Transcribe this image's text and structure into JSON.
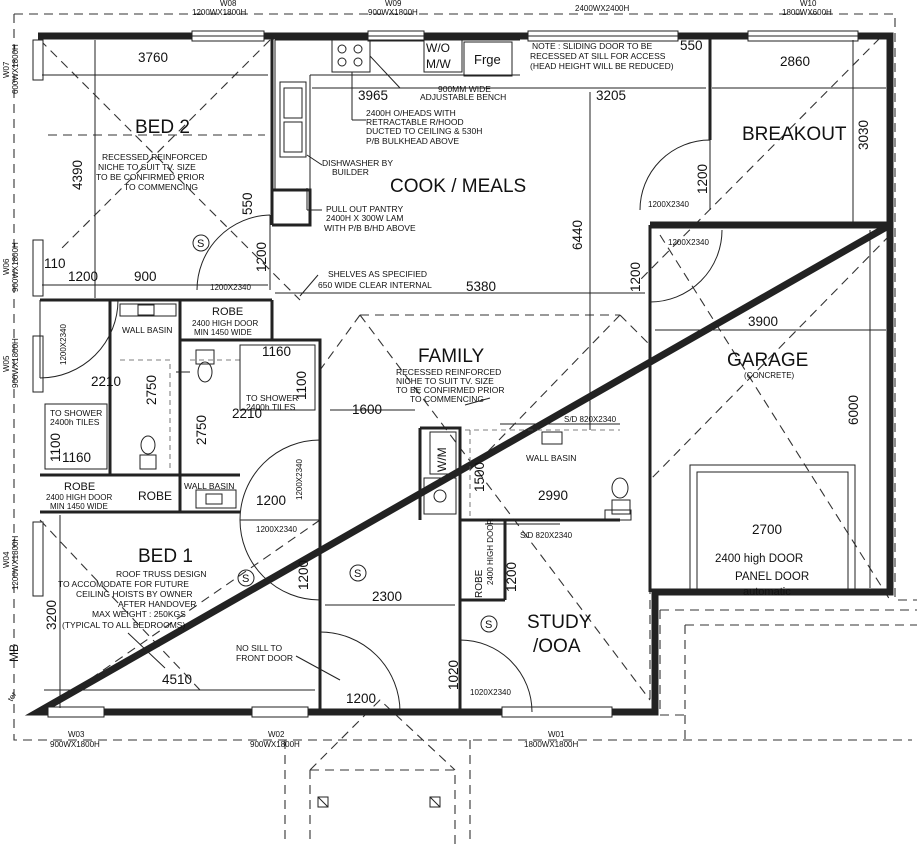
{
  "rooms": {
    "bed2": "BED 2",
    "cook": "COOK / MEALS",
    "breakout": "BREAKOUT",
    "family": "FAMILY",
    "garage": "GARAGE",
    "garage_sub": "(CONCRETE)",
    "bed1": "BED 1",
    "study": "STUDY",
    "ooa": "/OOA",
    "robe": "ROBE",
    "wm": "W/M",
    "wo": "W/O",
    "mw": "M/W",
    "frge": "Frge",
    "mb": "MB"
  },
  "windows": {
    "w08": "W08",
    "w08_size": "1200WX1800H",
    "w09": "W09",
    "w09_size": "900WX1800H",
    "w_top_right": "2400WX2400H",
    "w10": "W10",
    "w10_size": "1800WX600H",
    "w07": "W07",
    "w07_size": "600WX1800H",
    "w06": "W06",
    "w06_size": "900WX1800H",
    "w05": "W05",
    "w05_size": "900WX1800H",
    "w04": "W04",
    "w04_size": "1200WX1800H",
    "w03": "W03",
    "w03_size": "900WX1800H",
    "w02": "W02",
    "w02_size": "900WX1800H",
    "w01": "W01",
    "w01_size": "1800WX1800H"
  },
  "doors": {
    "d_bed2": "1200X2340",
    "d_breakout": "1200X2340",
    "d_garage": "1200X2340",
    "d_bed1": "1200X2340",
    "d_bath": "1200X2340",
    "d_study": "1020X2340",
    "d_left_robe": "1200X2340",
    "sd_upper": "S/D 820X2340",
    "sd_lower": "S/D 820X2340",
    "garage_door_1": "2400 high DOOR",
    "garage_door_2": "PANEL DOOR",
    "garage_door_3": "automatic",
    "robe_door_bed2_1": "2400 HIGH DOOR",
    "robe_door_bed2_2": "MIN 1450 WIDE",
    "robe_door_bed1_1": "2400 HIGH DOOR",
    "robe_door_bed1_2": "MIN 1450 WIDE",
    "study_robe_door": "2400 HIGH DOOR"
  },
  "dimensions": {
    "bed2_w": "3760",
    "bed2_h": "4390",
    "bed2_dim550": "550",
    "cook_3965": "3965",
    "cook_3205": "3205",
    "cook_550": "550",
    "breakout_w": "2860",
    "breakout_h": "3030",
    "d1200_bed2": "1200",
    "d1200_breakout": "1200",
    "d110": "110",
    "d1200_hall": "1200",
    "d900": "900",
    "d6440": "6440",
    "d5380": "5380",
    "d1200_fam": "1200",
    "d3900": "3900",
    "d6000": "6000",
    "d2210_ens": "2210",
    "d2750_ens": "2750",
    "d1160_ens": "1160",
    "d1100_ens": "1100",
    "d1160_bath": "1160",
    "d1100_bath": "1100",
    "d2750_bath": "2750",
    "d2210_bath": "2210",
    "d1600": "1600",
    "d1500": "1500",
    "d2990": "2990",
    "d2700": "2700",
    "d1200_bed1door": "1200",
    "d1200_bath_v": "1200",
    "d1200_study_robe": "1200",
    "d3200": "3200",
    "d4510": "4510",
    "d2300": "2300",
    "d1200_entry": "1200",
    "d1020": "1020",
    "d1200_bed1": "1200"
  },
  "notes": {
    "sliding_1": "NOTE : SLIDING DOOR TO BE",
    "sliding_2": "RECESSED AT SILL FOR ACCESS",
    "sliding_3": "(HEAD HEIGHT WILL BE REDUCED)",
    "bench_1": "900MM WIDE",
    "bench_2": "ADJUSTABLE BENCH",
    "rhood_1": "2400H O/HEADS WITH",
    "rhood_2": "RETRACTABLE R/HOOD",
    "rhood_3": "DUCTED TO CEILING & 530H",
    "rhood_4": "P/B BULKHEAD ABOVE",
    "dish_1": "DISHWASHER BY",
    "dish_2": "BUILDER",
    "pantry_1": "PULL OUT PANTRY",
    "pantry_2": "2400H X 300W LAM",
    "pantry_3": "WITH P/B B/HD ABOVE",
    "niche_bed2_1": "RECESSED REINFORCED",
    "niche_bed2_2": "NICHE TO SUIT TV. SIZE",
    "niche_bed2_3": "TO BE CONFIRMED PRIOR",
    "niche_bed2_4": "TO COMMENCING",
    "shelves_1": "SHELVES AS SPECIFIED",
    "shelves_2": "650 WIDE CLEAR INTERNAL",
    "niche_fam_1": "RECESSED REINFORCED",
    "niche_fam_2": "NICHE TO SUIT TV. SIZE",
    "niche_fam_3": "TO BE CONFIRMED PRIOR",
    "niche_fam_4": "TO COMMENCING",
    "wall_basin_1": "WALL BASIN",
    "wall_basin_2": "WALL BASIN",
    "wall_basin_3": "WALL BASIN",
    "shower_1a": "TO SHOWER",
    "shower_1b": "2400h TILES",
    "shower_2a": "TO SHOWER",
    "shower_2b": "2400h TILES",
    "truss_1": "ROOF TRUSS DESIGN",
    "truss_2": "TO ACCOMODATE FOR FUTURE",
    "truss_3": "CEILING HOISTS BY OWNER",
    "truss_4": "AFTER HANDOVER",
    "truss_5": "MAX WEIGHT : 250KGS",
    "truss_6": "(TYPICAL TO ALL BEDROOMS)",
    "nosill_1": "NO SILL TO",
    "nosill_2": "FRONT DOOR",
    "s_mark": "S",
    "meter": "ter"
  }
}
